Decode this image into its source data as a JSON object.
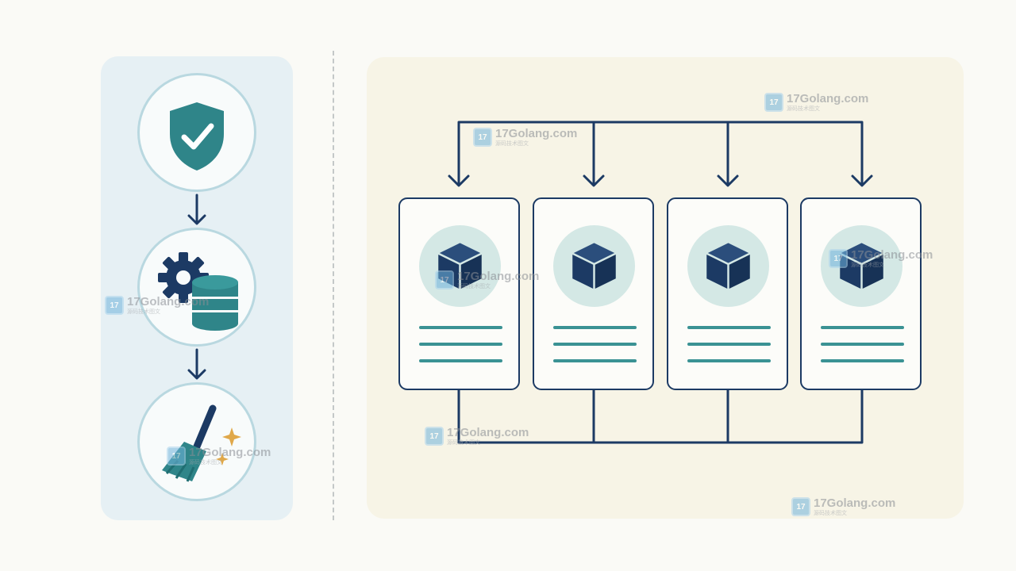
{
  "colors": {
    "navy": "#1c3a64",
    "teal": "#2f8589",
    "teal_light": "#3a9294",
    "halo": "#d4e8e5",
    "circle_border": "#b9d8e0",
    "sparkle": "#e0a84a",
    "left_panel_bg": "#e6f0f4",
    "right_panel_bg": "#f7f4e6"
  },
  "steps": [
    {
      "icon": "shield-check-icon"
    },
    {
      "icon": "gear-database-icon"
    },
    {
      "icon": "broom-sparkle-icon"
    }
  ],
  "cards": [
    {
      "icon": "cube-icon"
    },
    {
      "icon": "cube-icon"
    },
    {
      "icon": "cube-icon"
    },
    {
      "icon": "cube-icon"
    }
  ],
  "watermark": {
    "brand": "17Golang.com",
    "subtitle": "源码技术图文",
    "logo_glyph": "17"
  }
}
